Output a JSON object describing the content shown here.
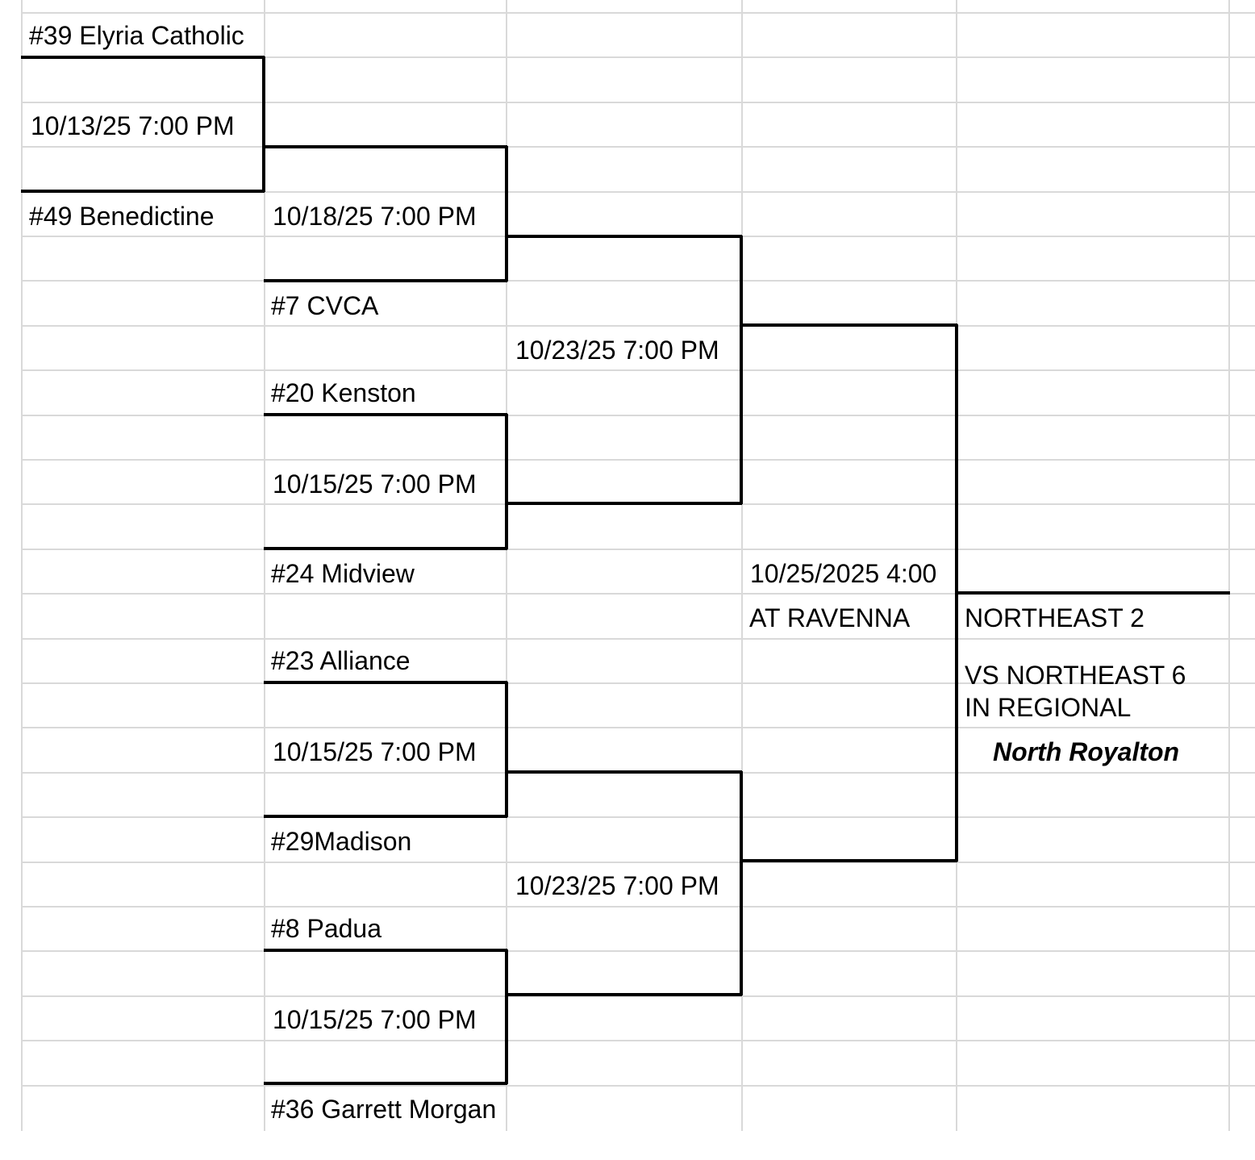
{
  "bracket": {
    "round1": {
      "team_top": "#39 Elyria Catholic",
      "date": "10/13/25 7:00 PM",
      "team_bottom": "#49 Benedictine"
    },
    "round2": [
      {
        "date": "10/18/25 7:00 PM"
      },
      {
        "date": "10/15/25 7:00 PM"
      },
      {
        "date": "10/15/25 7:00 PM"
      },
      {
        "date": "10/15/25 7:00 PM"
      }
    ],
    "teams": {
      "cvca": "#7 CVCA",
      "kenston": "#20 Kenston",
      "midview": "#24 Midview",
      "alliance": "#23 Alliance",
      "madison": "#29Madison",
      "padua": "#8 Padua",
      "garrett_morgan": "#36 Garrett Morgan"
    },
    "round3": [
      {
        "date": "10/23/25 7:00 PM"
      },
      {
        "date": "10/23/25 7:00 PM"
      }
    ],
    "final": {
      "date": "10/25/2025 4:00",
      "location": "AT RAVENNA"
    },
    "outcome": {
      "seed": "NORTHEAST 2",
      "note_line1": "VS NORTHEAST 6",
      "note_line2": "IN REGIONAL",
      "winner": "North Royalton"
    }
  }
}
